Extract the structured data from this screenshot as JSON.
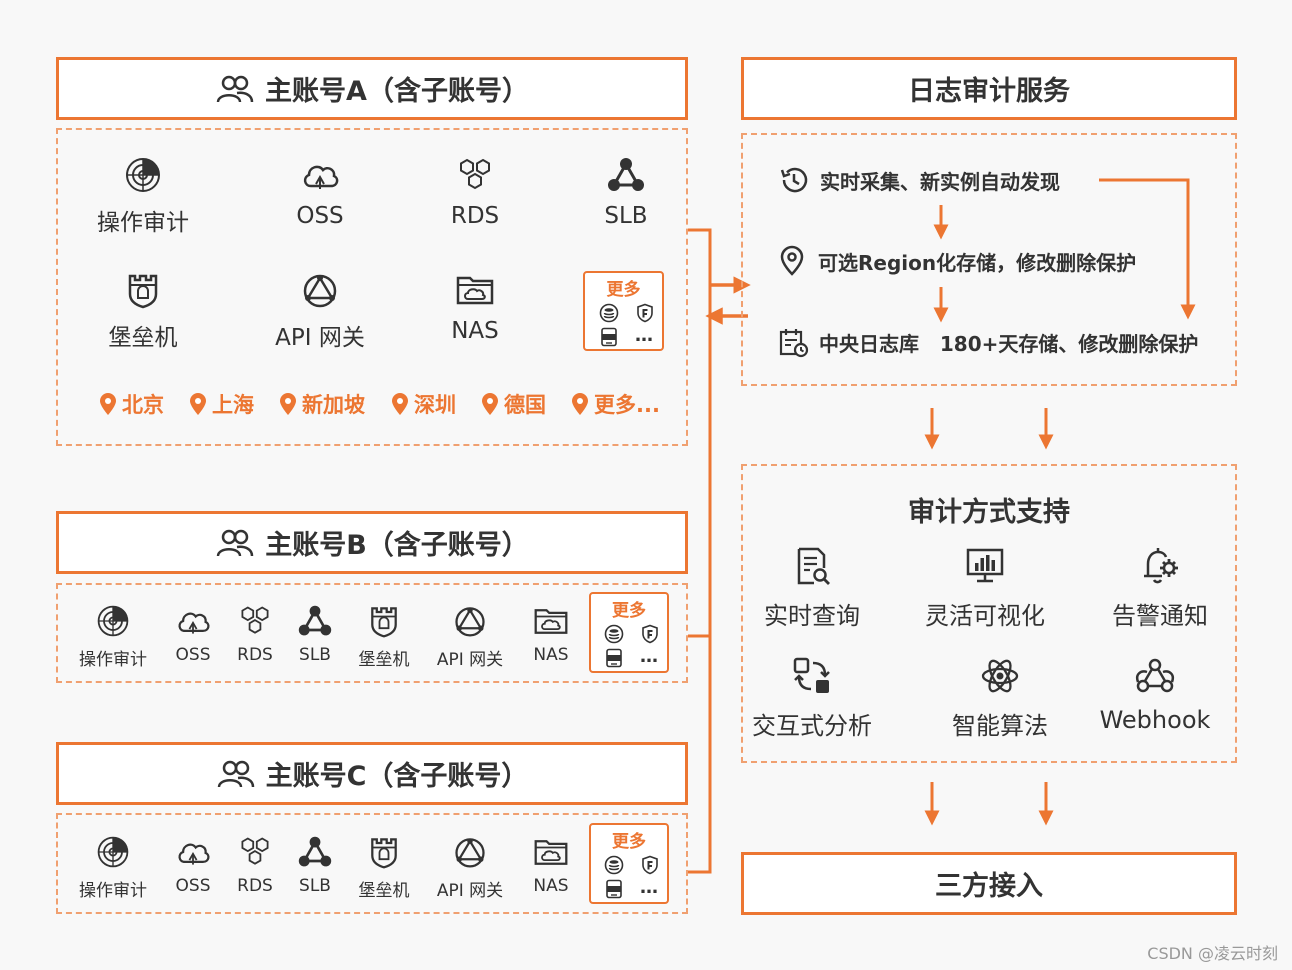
{
  "accounts": {
    "a": {
      "title": "主账号A（含子账号）"
    },
    "b": {
      "title": "主账号B（含子账号）"
    },
    "c": {
      "title": "主账号C（含子账号）"
    }
  },
  "services": {
    "audit": "操作审计",
    "oss": "OSS",
    "rds": "RDS",
    "slb": "SLB",
    "bastion": "堡垒机",
    "api_gateway": "API 网关",
    "nas": "NAS",
    "more": "更多",
    "ellipsis": "…"
  },
  "regions": [
    "北京",
    "上海",
    "新加坡",
    "深圳",
    "德国",
    "更多..."
  ],
  "log_service": {
    "title": "日志审计服务",
    "steps": [
      "实时采集、新实例自动发现",
      "可选Region化存储，修改删除保护",
      "中央日志库   180+天存储、修改删除保护"
    ]
  },
  "audit_methods": {
    "title": "审计方式支持",
    "items": [
      "实时查询",
      "灵活可视化",
      "告警通知",
      "交互式分析",
      "智能算法",
      "Webhook"
    ]
  },
  "third_party": {
    "title": "三方接入"
  },
  "watermark": "CSDN @凌云时刻",
  "colors": {
    "accent": "#ec7632",
    "dashed": "#f0a070",
    "text": "#333333"
  }
}
